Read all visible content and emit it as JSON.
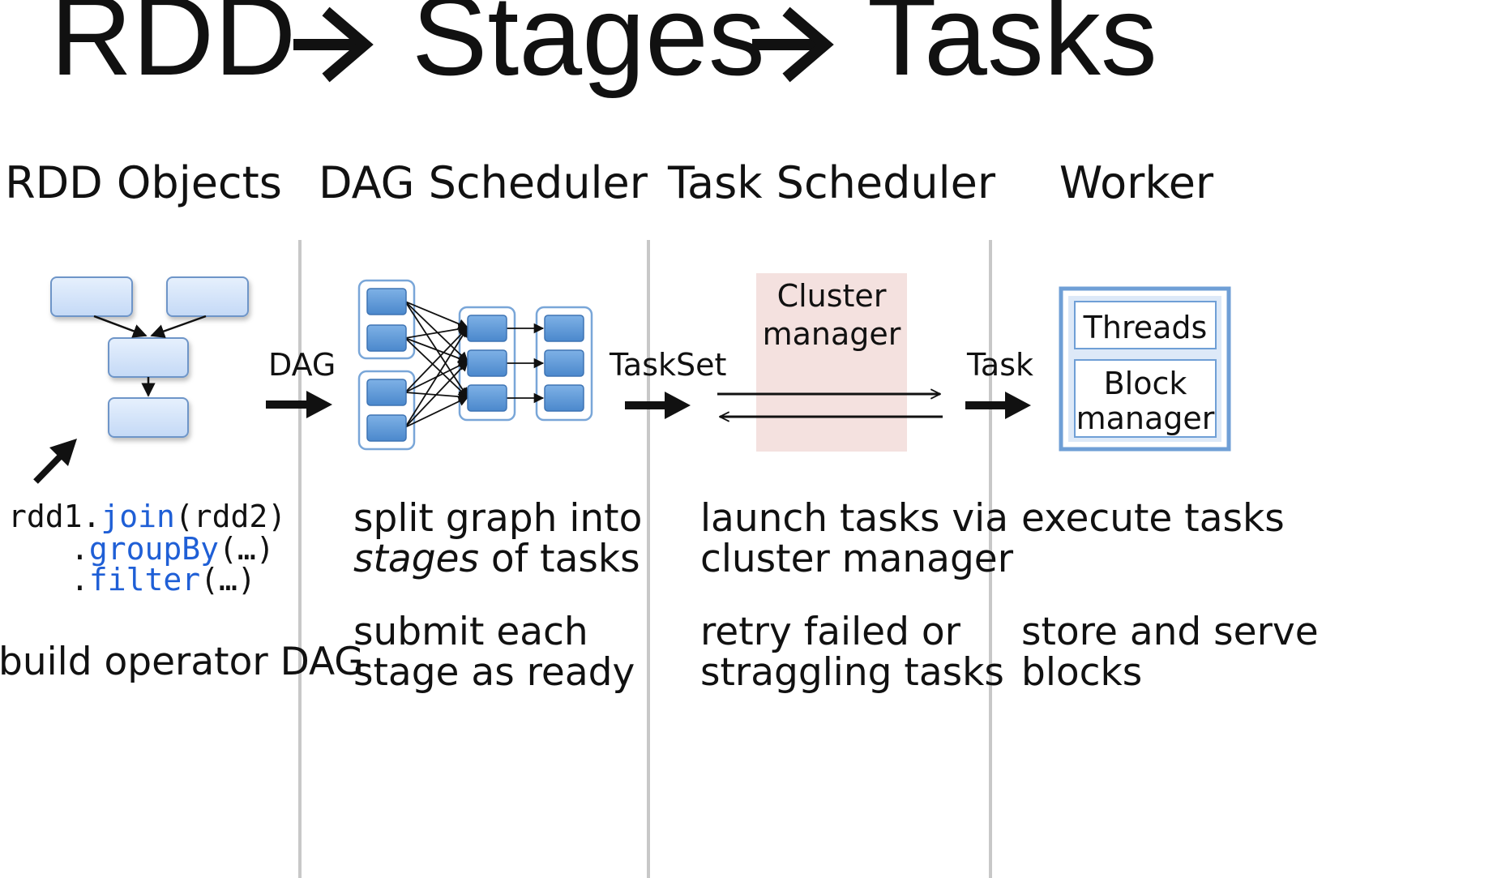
{
  "title": {
    "rdd": "RDD",
    "stages": "Stages",
    "tasks": "Tasks"
  },
  "columns": {
    "rdd_objects": "RDD Objects",
    "dag_scheduler": "DAG Scheduler",
    "task_scheduler": "Task Scheduler",
    "worker": "Worker"
  },
  "arrows": {
    "dag": "DAG",
    "taskset": "TaskSet",
    "task": "Task"
  },
  "cluster_manager": {
    "line1": "Cluster",
    "line2": "manager"
  },
  "worker_box": {
    "threads": "Threads",
    "block_line1": "Block",
    "block_line2": "manager"
  },
  "code": {
    "line1_prefix": "rdd1.",
    "line1_kw": "join",
    "line1_args": "(rdd2)",
    "line2_dot": ".",
    "line2_kw": "groupBy",
    "line2_args": "(…)",
    "line3_dot": ".",
    "line3_kw": "filter",
    "line3_args": "(…)"
  },
  "descriptions": {
    "rdd_build": "build operator DAG",
    "dag_split_1": "split graph into",
    "dag_split_2_em": "stages",
    "dag_split_2_rest": " of tasks",
    "dag_submit_1": "submit each",
    "dag_submit_2": "stage as ready",
    "task_launch_1": "launch tasks via",
    "task_launch_2": "cluster manager",
    "task_retry_1": "retry failed or",
    "task_retry_2": "straggling tasks",
    "worker_exec": "execute tasks",
    "worker_store_1": "store and serve",
    "worker_store_2": "blocks"
  },
  "colors": {
    "node_fill_light": "#d7e6fb",
    "node_stroke": "#6e95c8",
    "stage_node_fill": "#5d9bd8",
    "stage_group_stroke": "#79a6d8",
    "cluster_bg": "#f4e1df",
    "worker_frame": "#6f9fd6",
    "divider": "#c8c8c8",
    "keyword": "#1f5fd6"
  }
}
